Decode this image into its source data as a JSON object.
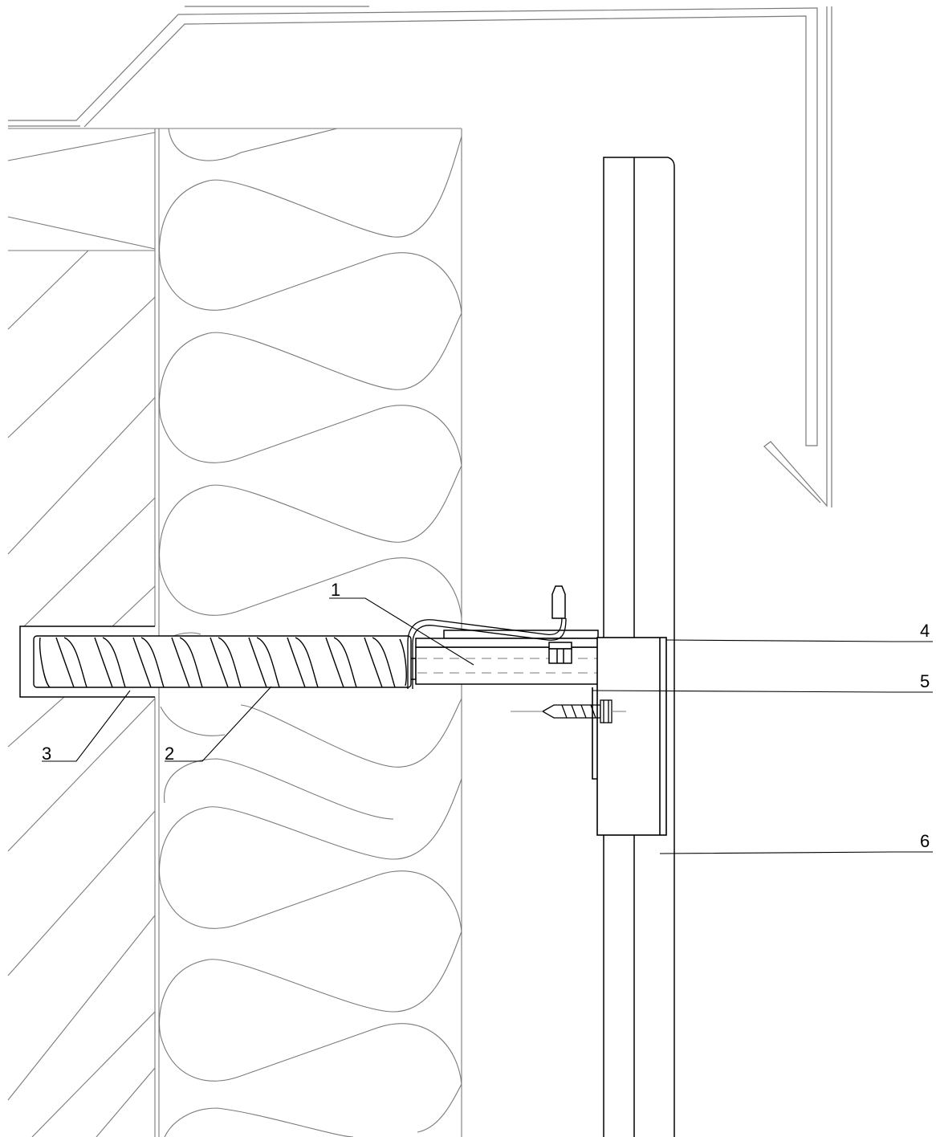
{
  "callouts": [
    {
      "id": "1",
      "label": "1"
    },
    {
      "id": "2",
      "label": "2"
    },
    {
      "id": "3",
      "label": "3"
    },
    {
      "id": "4",
      "label": "4"
    },
    {
      "id": "5",
      "label": "5"
    },
    {
      "id": "6",
      "label": "6"
    }
  ],
  "colors": {
    "structure_line": "#000000",
    "thin_line": "#7a7a7a",
    "background": "#ffffff"
  }
}
